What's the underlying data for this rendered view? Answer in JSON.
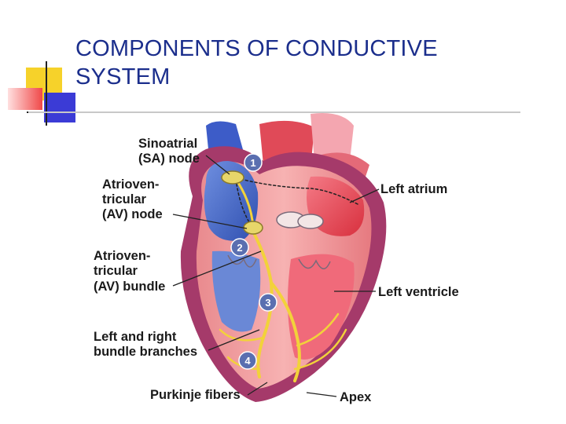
{
  "slide": {
    "title_line1": "COMPONENTS OF CONDUCTIVE",
    "title_line2": "SYSTEM"
  },
  "diagram": {
    "labels": {
      "sa_node_1": "Sinoatrial",
      "sa_node_2": "(SA) node",
      "av_node_1": "Atrioven-",
      "av_node_2": "tricular",
      "av_node_3": "(AV) node",
      "av_bundle_1": "Atrioven-",
      "av_bundle_2": "tricular",
      "av_bundle_3": "(AV) bundle",
      "branches_1": "Left and right",
      "branches_2": "bundle branches",
      "purkinje": "Purkinje fibers",
      "left_atrium": "Left atrium",
      "left_ventricle": "Left ventricle",
      "apex": "Apex"
    },
    "markers": [
      "1",
      "2",
      "3",
      "4"
    ]
  },
  "colors": {
    "title": "#1b2e8c",
    "deco_yellow": "#f6d22a",
    "deco_blue": "#3b3bd6",
    "deco_red": "#f04848",
    "conduction_yellow": "#f2d23a",
    "marker_fill": "#5a6fb0"
  }
}
